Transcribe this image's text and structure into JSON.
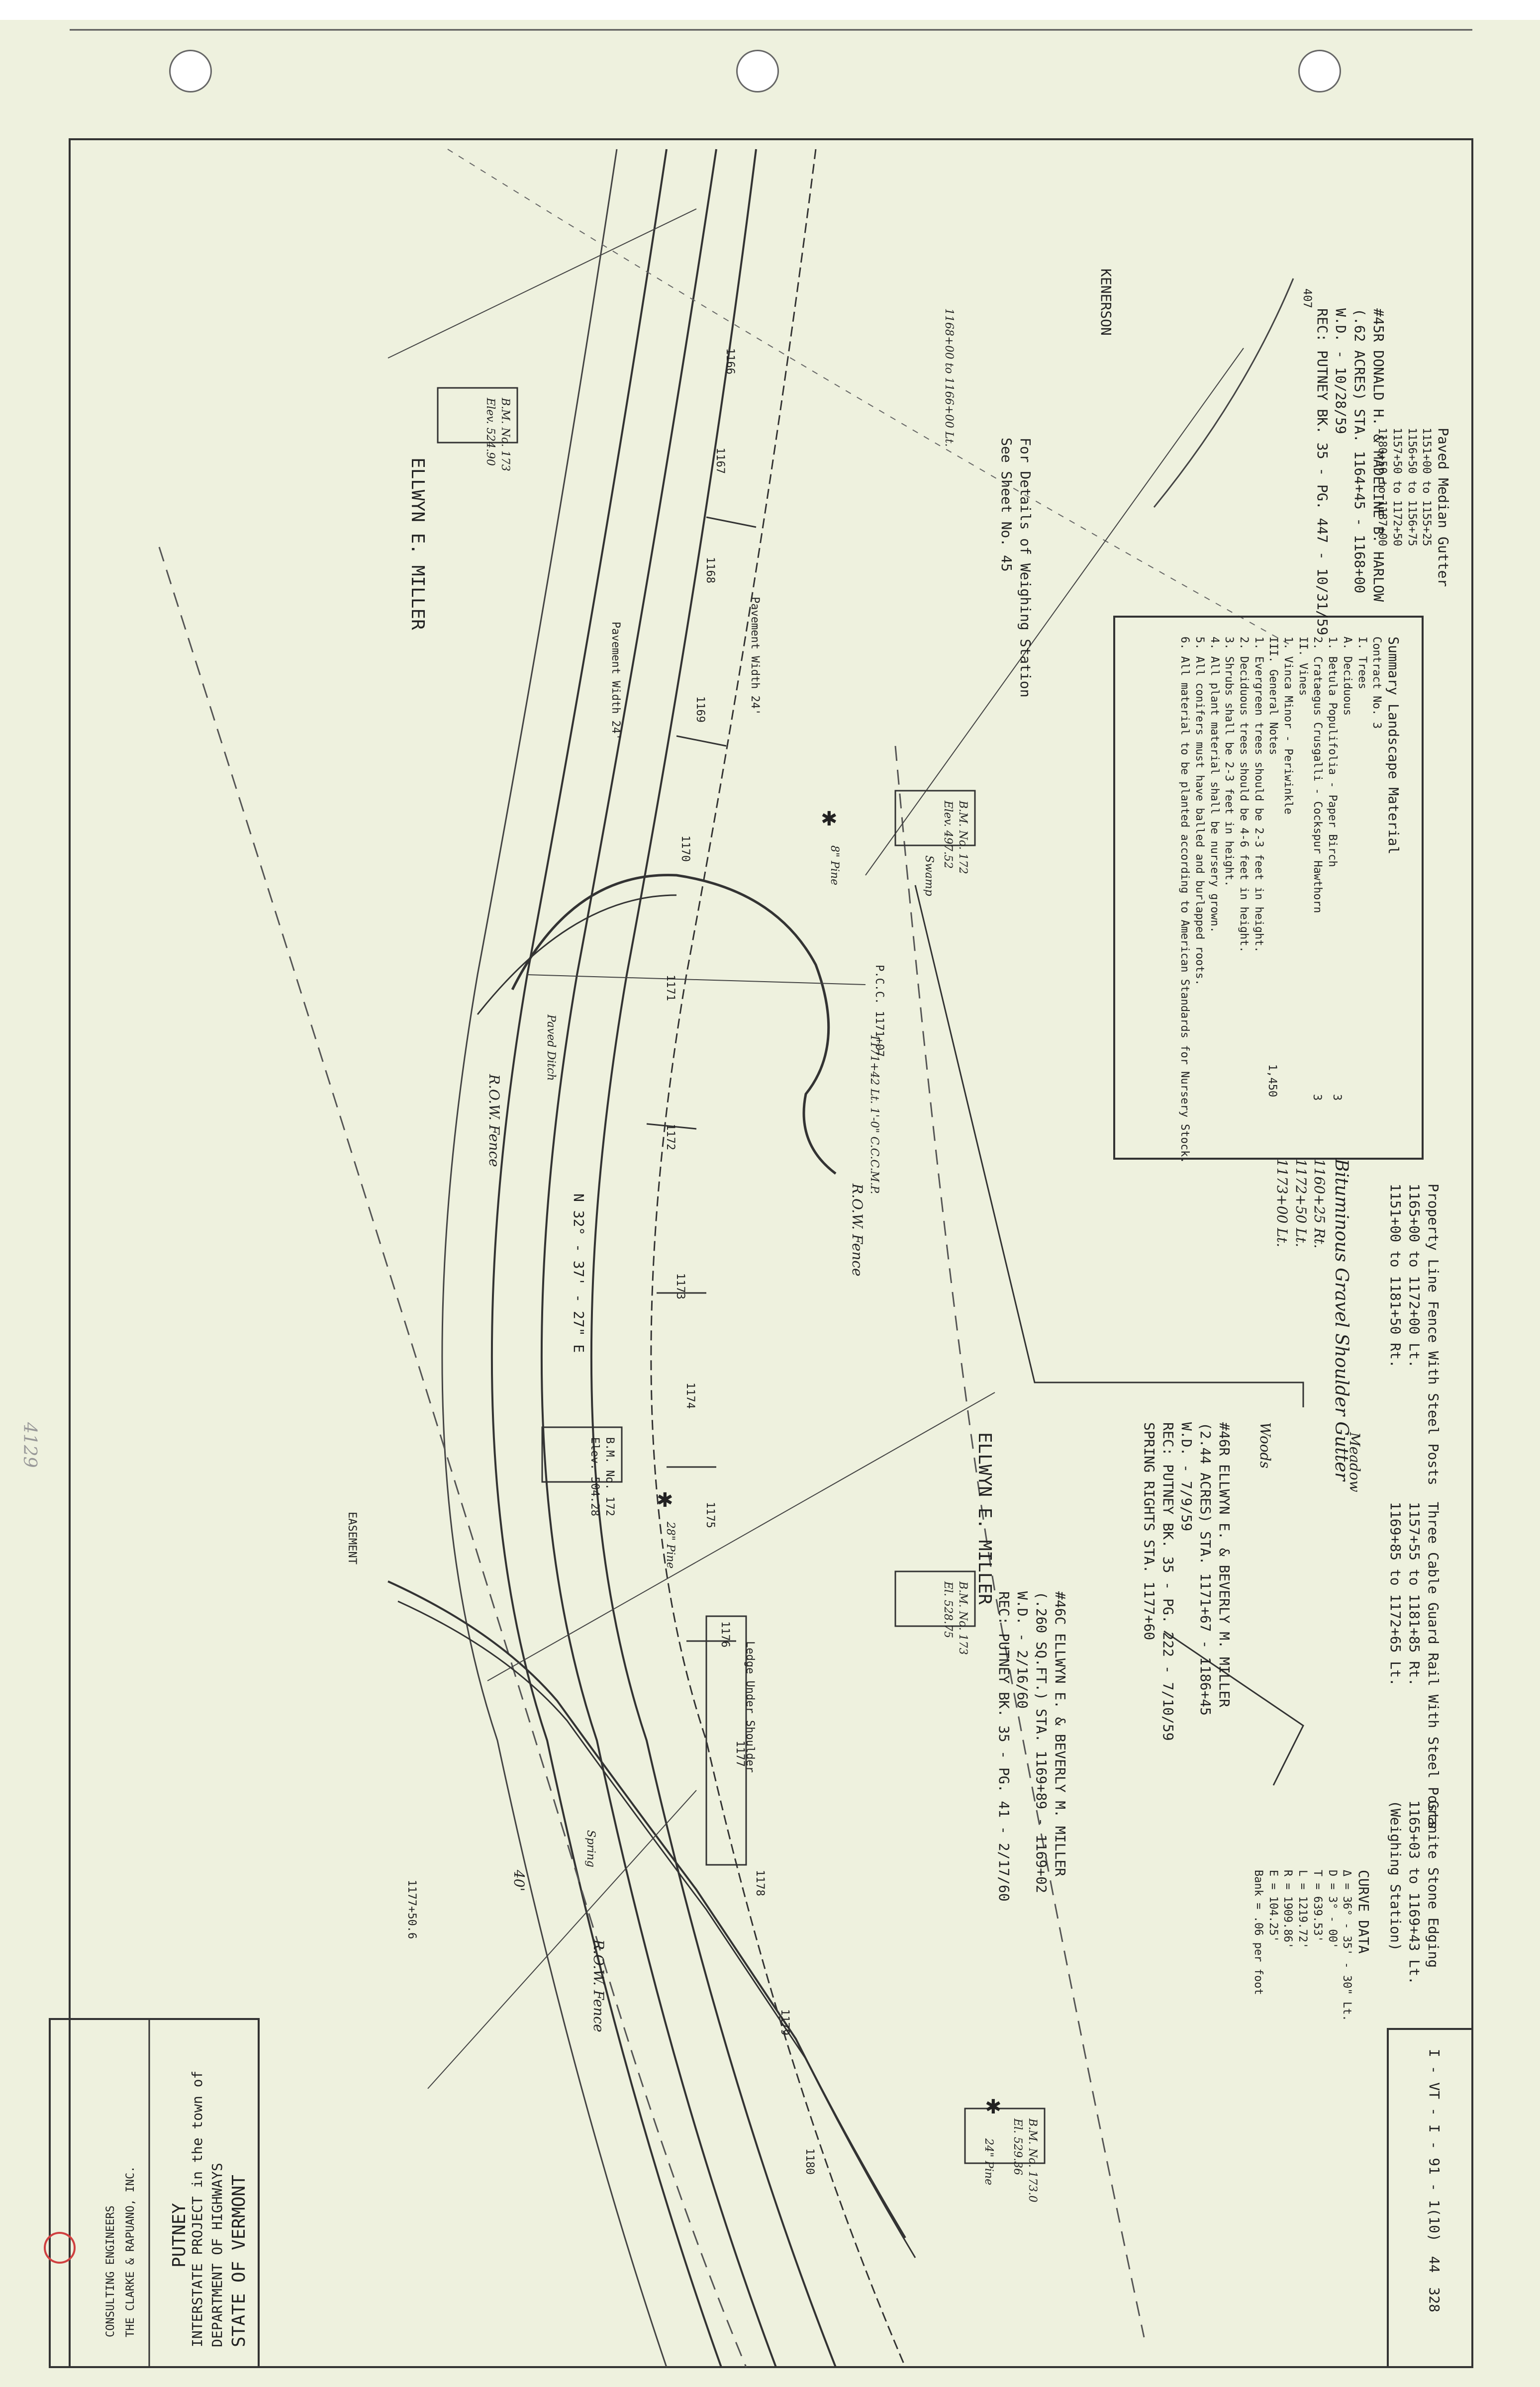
{
  "title_block": {
    "state": "STATE OF VERMONT",
    "department": "DEPARTMENT OF HIGHWAYS",
    "project": "INTERSTATE PROJECT in the town of",
    "town": "PUTNEY",
    "consultant": "THE CLARKE & RAPUANO, INC.",
    "consultant_2": "CONSULTING ENGINEERS"
  },
  "sheet_number_block": {
    "project_no": "I - VT - I - 91 - 1(10)",
    "sheet": "44",
    "sheet_total": "328"
  },
  "granite_stone_edging": {
    "title": "Granite Stone Edging",
    "line1": "1165+03 to 1169+43 Lt.",
    "line2": "(Weighing Station)"
  },
  "curve_data": {
    "title": "CURVE DATA",
    "lines": [
      "Δ = 36° - 35' - 30\" Lt.",
      "D = 3° - 00'",
      "T = 639.53'",
      "L = 1219.72'",
      "R = 1909.86'",
      "E = 104.25'"
    ],
    "note": "Bank = .06 per foot"
  },
  "property_line_fence": {
    "title": "Property Line Fence With Steel Posts",
    "lines": [
      "1165+00 to 1172+00 Lt.",
      "1151+00 to 1181+50 Rt."
    ]
  },
  "three_cable_guard_rail": {
    "title": "Three Cable Guard Rail With Steel Posts",
    "lines": [
      "1157+55 to 1181+85 Rt.",
      "1169+85 to 1172+65 Lt."
    ]
  },
  "paved_gutter": {
    "title": "Paved Median Gutter",
    "lines": [
      "1151+00 to 1155+25",
      "1156+50 to 1156+75",
      "1157+50 to 1172+50",
      "1180+50 to 1187+00"
    ]
  },
  "bituminous_gutter": {
    "title": "Bituminous Gravel Shoulder Gutter",
    "lines": [
      "1160+25 Rt.",
      "1172+50 Lt.",
      "1173+00 Lt."
    ]
  },
  "landscape": {
    "title": "Summary Landscape Material",
    "subtitle": "Contract No. 3",
    "items": [
      "I.  Trees",
      "A.  Deciduous",
      "1.  Betula Populifolia - Paper Birch",
      "2.  Crataegus Crusgalli - Cockspur Hawthorn",
      "II.  Vines",
      "1.  Vinca Minor - Periwinkle",
      "III.  General Notes",
      "1.  Evergreen trees should be 2-3 feet in height.",
      "2.  Deciduous trees should be 4-6 feet in height.",
      "3.  Shrubs shall be 2-3 feet in height.",
      "4.  All plant material shall be nursery grown.",
      "5.  All conifers must have balled and burlapped roots.",
      "6.  All material to be planted according to American Standards for Nursery Stock."
    ],
    "quantities": [
      "1,450",
      "3",
      "3"
    ]
  },
  "owners": {
    "donald": {
      "line1": "#45R DONALD H. & MADELINE B. HARLOW",
      "line2": "(.62 ACRES) STA. 1164+45 - 1168+00",
      "line3": "W.D. - 10/28/59",
      "line4": "REC: PUTNEY BK. 35 - PG. 447 - 10/31/59"
    },
    "ellwyn_ab": {
      "line1": "#46R ELLWYN E. & BEVERLY M. MILLER",
      "line2": "(2.44 ACRES) STA. 1171+67 - 1186+45",
      "line3": "W.D. - 7/9/59",
      "line4": "REC: PUTNEY BK. 35 - PG. 222 - 7/10/59",
      "line5": "SPRING RIGHTS STA. 1177+60"
    },
    "ellwyn_c": {
      "line1": "#46C ELLWYN E. & BEVERLY M. MILLER",
      "line2": "(.260 SQ.FT.) STA. 1169+89 - 1169+02",
      "line3": "W.D. - 2/16/60",
      "line4": "REC: PUTNEY BK. 35 - PG. 41 - 2/17/60"
    },
    "ellwyn_name": "ELLWYN E. MILLER",
    "ellwyn_name_2": "ELLWYN E. MILLER",
    "kenerson": "KENERSON",
    "woods": "Woods",
    "meadow": "Meadow"
  },
  "weighing_station": {
    "line1": "For Details of Weighing Station",
    "line2": "See Sheet No. 45"
  },
  "benchmarks": [
    {
      "label": "B.M. No. 173",
      "elev": "Elev. 524.90"
    },
    {
      "label": "B.M. No. 172",
      "elev": "Elev. 497.52"
    },
    {
      "label": "B.M. No. 172",
      "elev": "Elev. 504.28"
    },
    {
      "label": "B.M. No. 173",
      "elev": "El. 528.75"
    },
    {
      "label": "B.M. No. 173.0",
      "elev": "El. 529.36"
    }
  ],
  "stations": [
    "1166",
    "1167",
    "1168",
    "1169",
    "1170",
    "1171",
    "1172",
    "1173",
    "1174",
    "1175",
    "1176",
    "1177",
    "1178",
    "1179",
    "1180"
  ],
  "annotations": {
    "pcc": "P.C.C. 1171+07",
    "pavement_1": "Pavement Width 24'",
    "pavement_2": "Pavement Width 24'",
    "bearing": "N 32° - 37' - 27\" E",
    "row_fence": "R.O.W. Fence",
    "row_fence_2": "R.O.W. Fence",
    "row_fence_3": "R.O.W. Fence",
    "easement": "EASEMENT",
    "swamp": "Swamp",
    "spring": "Spring",
    "pine_1": "8\" Pine",
    "pine_2": "24\" Pine",
    "pine_3": "28\" Pine",
    "culvert_1": "1168+00 to 1166+00 Lt.",
    "culvert_2": "1171+42 Lt. 1'-0\" C.C.C.M.P.",
    "note_dist": "40'",
    "sta_1177": "1177+50.6",
    "ledge": "Ledge Under Shoulder",
    "pavement_ditch": "Paved Ditch",
    "kenerson_arrow": "407",
    "handwritten_side": "4129"
  },
  "colors": {
    "paper": "#eef1de",
    "ink": "#2a2a2a",
    "red_circle": "#d04040"
  }
}
